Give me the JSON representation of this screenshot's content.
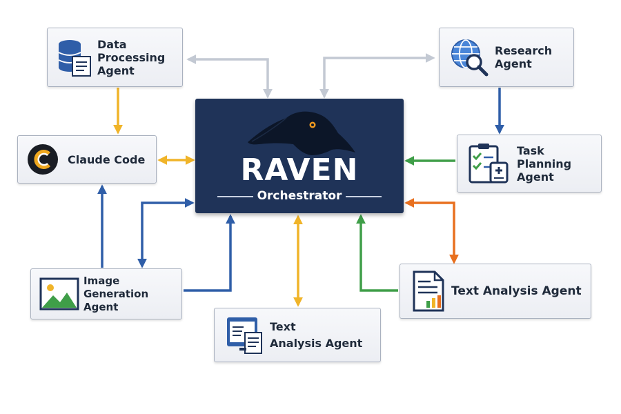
{
  "orchestrator": {
    "title": "RAVEN",
    "subtitle": "Orchestrator"
  },
  "nodes": {
    "data_processing": {
      "label": "Data\nProcessing\nAgent",
      "icon": "database-icon"
    },
    "claude_code": {
      "label": "Claude Code",
      "icon": "claude-code-logo-icon"
    },
    "image_generation": {
      "label": "Image\nGeneration Agent",
      "icon": "image-icon"
    },
    "text_analysis_bottom": {
      "label": "Text\nAnalysis Agent",
      "icon": "document-icon"
    },
    "research": {
      "label": "Research\nAgent",
      "icon": "globe-search-icon"
    },
    "task_planning": {
      "label": "Task\nPlanning\nAgent",
      "icon": "checklist-icon"
    },
    "text_analysis_right": {
      "label": "Text Analysis Agent",
      "icon": "report-chart-icon"
    }
  },
  "colors": {
    "orchestrator_bg": "#1f3358",
    "gray_arrow": "#c3c9d3",
    "yellow_arrow": "#f0b429",
    "blue_arrow": "#2f5ea8",
    "green_arrow": "#3f9e48",
    "orange_arrow": "#e8701f"
  }
}
